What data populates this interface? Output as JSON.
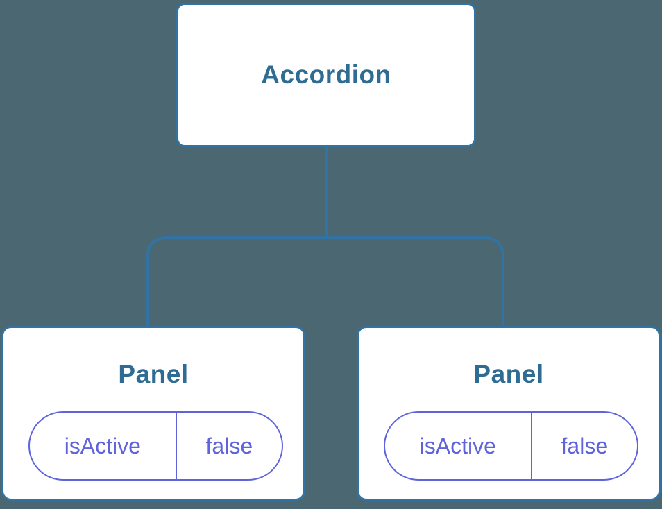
{
  "diagram": {
    "root": {
      "label": "Accordion"
    },
    "children": [
      {
        "label": "Panel",
        "prop": {
          "name": "isActive",
          "value": "false"
        }
      },
      {
        "label": "Panel",
        "prop": {
          "name": "isActive",
          "value": "false"
        }
      }
    ]
  },
  "colors": {
    "canvas-bg": "#4B6771",
    "node-bg": "#FFFFFF",
    "tree-stroke": "#3273A3",
    "node-text": "#2E6C94",
    "state-accent": "#5F64DC"
  }
}
